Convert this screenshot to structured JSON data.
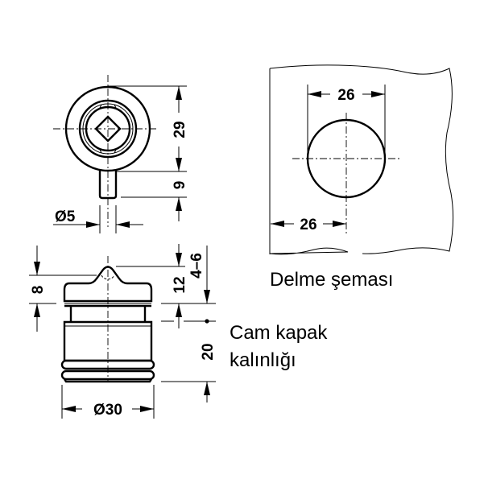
{
  "top_view": {
    "dim_height_body": "29",
    "dim_pin_length": "9",
    "dim_pin_diameter": "Ø5"
  },
  "side_view": {
    "dim_cap_height": "8",
    "dim_dome_height": "12",
    "dim_glass_range": "4–6",
    "dim_body_length": "20",
    "dim_diameter": "Ø30"
  },
  "drilling_scheme": {
    "dim_hole_diameter": "26",
    "dim_edge_distance": "26",
    "title": "Delme şeması"
  },
  "glass_note": {
    "line1": "Cam kapak",
    "line2": "kalınlığı"
  },
  "colors": {
    "line": "#000000",
    "background": "#ffffff"
  }
}
